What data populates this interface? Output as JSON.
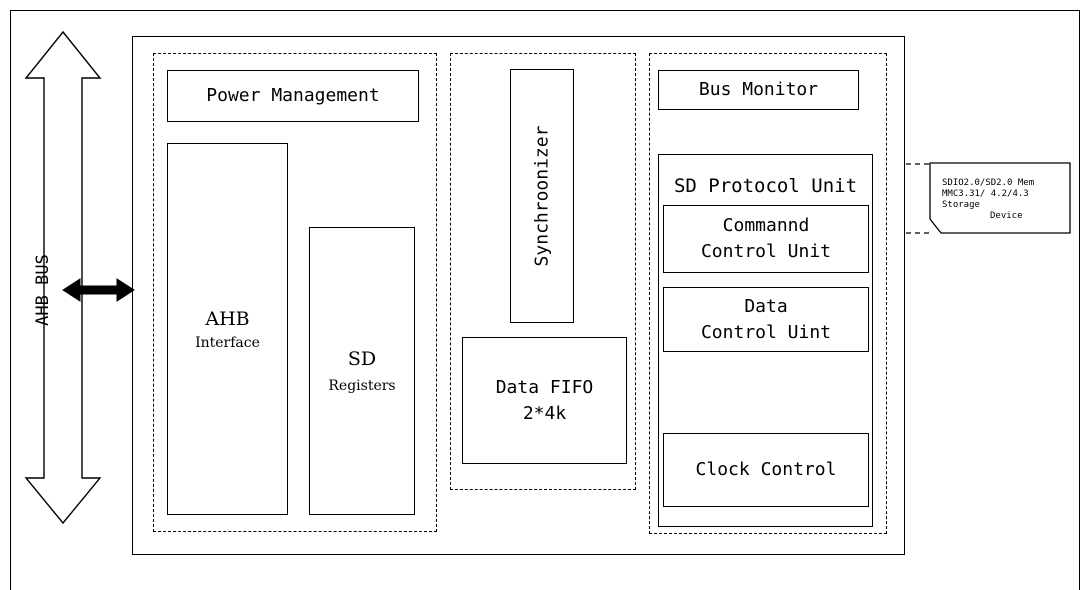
{
  "bus": {
    "label": "AHB BUS"
  },
  "power": {
    "label": "Power Management"
  },
  "ahb_interface": {
    "title": "AHB",
    "subtitle": "Interface"
  },
  "sd_registers": {
    "title": "SD",
    "subtitle": "Registers"
  },
  "synchronizer": {
    "label": "Synchroonizer"
  },
  "data_fifo": {
    "line1": "Data FIFO",
    "line2": "2*4k"
  },
  "bus_monitor": {
    "label": "Bus Monitor"
  },
  "sd_protocol": {
    "label": "SD Protocol Unit"
  },
  "command_control": {
    "line1": "Commannd",
    "line2": "Control Unit"
  },
  "data_control": {
    "line1": "Data",
    "line2": "Control Uint"
  },
  "clock_control": {
    "label": "Clock Control"
  },
  "card": {
    "line1": "SDIO2.0/SD2.0 Mem",
    "line2": "MMC3.31/ 4.2/4.3",
    "line3": "Storage",
    "line4": "Device"
  }
}
